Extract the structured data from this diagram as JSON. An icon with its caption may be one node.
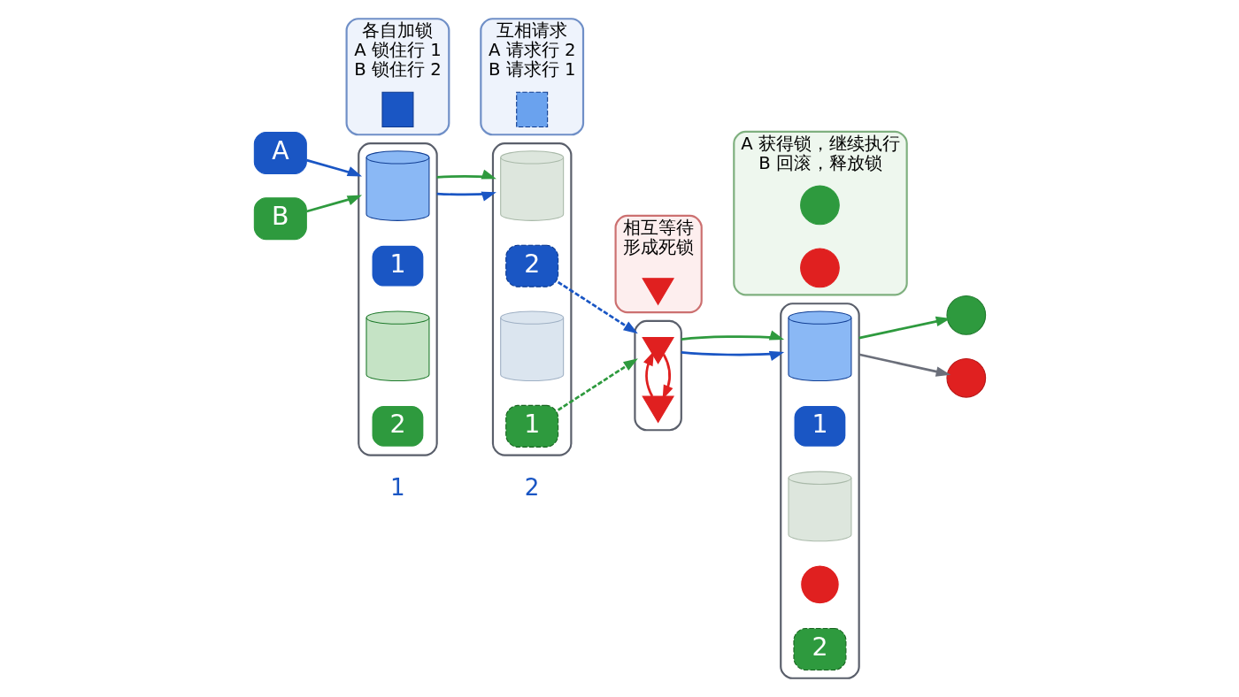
{
  "diagram": {
    "nodes": [
      {
        "text": [
          "A"
        ]
      },
      {
        "text": [
          "B"
        ]
      },
      {
        "text": [],
        "shape": "box"
      },
      {
        "text": [],
        "shape": "cylinder",
        "in": 2
      },
      {
        "text": [
          "1"
        ],
        "in": 2
      },
      {
        "text": [],
        "shape": "cylinder",
        "in": 2
      },
      {
        "text": [
          "2"
        ],
        "in": 2
      },
      {
        "text": [],
        "shape": "box"
      },
      {
        "text": [],
        "shape": "cylinder",
        "in": 7
      },
      {
        "text": [
          "2"
        ],
        "in": 7
      },
      {
        "text": [],
        "shape": "cylinder",
        "in": 7
      },
      {
        "text": [
          "1"
        ],
        "in": 7
      },
      {
        "text": [],
        "shape": "box"
      },
      {
        "text": [],
        "shape": "hourglass",
        "in": 12
      },
      {
        "text": [],
        "shape": "hourglass",
        "in": 12
      },
      {
        "text": [],
        "shape": "box"
      },
      {
        "text": [],
        "shape": "cylinder",
        "in": 15
      },
      {
        "text": [
          "1"
        ],
        "in": 15
      },
      {
        "text": [],
        "shape": "cylinder",
        "in": 15
      },
      {
        "text": [],
        "shape": "circle",
        "in": 15
      },
      {
        "text": [
          "2"
        ],
        "in": 15
      },
      {
        "text": [],
        "shape": "circle"
      },
      {
        "text": [],
        "shape": "circle"
      },
      {
        "text": [
          "各自加锁",
          "A 锁住行 1",
          "B 锁住行 2"
        ]
      },
      {
        "text": [],
        "shape": "padlock",
        "in": 23
      },
      {
        "text": [
          "互相请求",
          "A 请求行 2",
          "B 请求行 1"
        ]
      },
      {
        "text": [],
        "shape": "padlock",
        "in": 25
      },
      {
        "text": [
          "相互等待",
          "形成死锁"
        ]
      },
      {
        "text": [],
        "shape": "hourglass",
        "in": 27
      },
      {
        "text": [
          "A 获得锁，继续执行",
          "B 回滚，释放锁"
        ]
      },
      {
        "text": [],
        "shape": "circle",
        "in": 29
      },
      {
        "text": [],
        "shape": "circle",
        "in": 29
      }
    ],
    "edges": [
      {
        "from": 0,
        "to": 2,
        "arrow": "to",
        "color": "#1a56c4"
      },
      {
        "from": 1,
        "to": 2,
        "arrow": "to"
      },
      {
        "from": 2,
        "to": 7,
        "arrow": "to",
        "color": "#1a56c4"
      },
      {
        "from": 2,
        "to": 7,
        "arrow": "to"
      },
      {
        "from": 9,
        "to": 12,
        "arrow": "to",
        "style": "dashed",
        "color": "#1a56c4"
      },
      {
        "from": 11,
        "to": 12,
        "arrow": "to",
        "style": "dashed"
      },
      {
        "from": 13,
        "to": 14,
        "arrow": "to",
        "color": "#e02020"
      },
      {
        "from": 14,
        "to": 13,
        "arrow": "to",
        "color": "#e02020"
      },
      {
        "from": 12,
        "to": 15,
        "arrow": "to",
        "color": "#1a56c4"
      },
      {
        "from": 12,
        "to": 15,
        "arrow": "to"
      },
      {
        "from": 15,
        "to": 21,
        "arrow": "to"
      },
      {
        "from": 15,
        "to": 22,
        "arrow": "to",
        "color": "#6b6f7a"
      }
    ],
    "labels": [
      "1",
      "2"
    ]
  }
}
